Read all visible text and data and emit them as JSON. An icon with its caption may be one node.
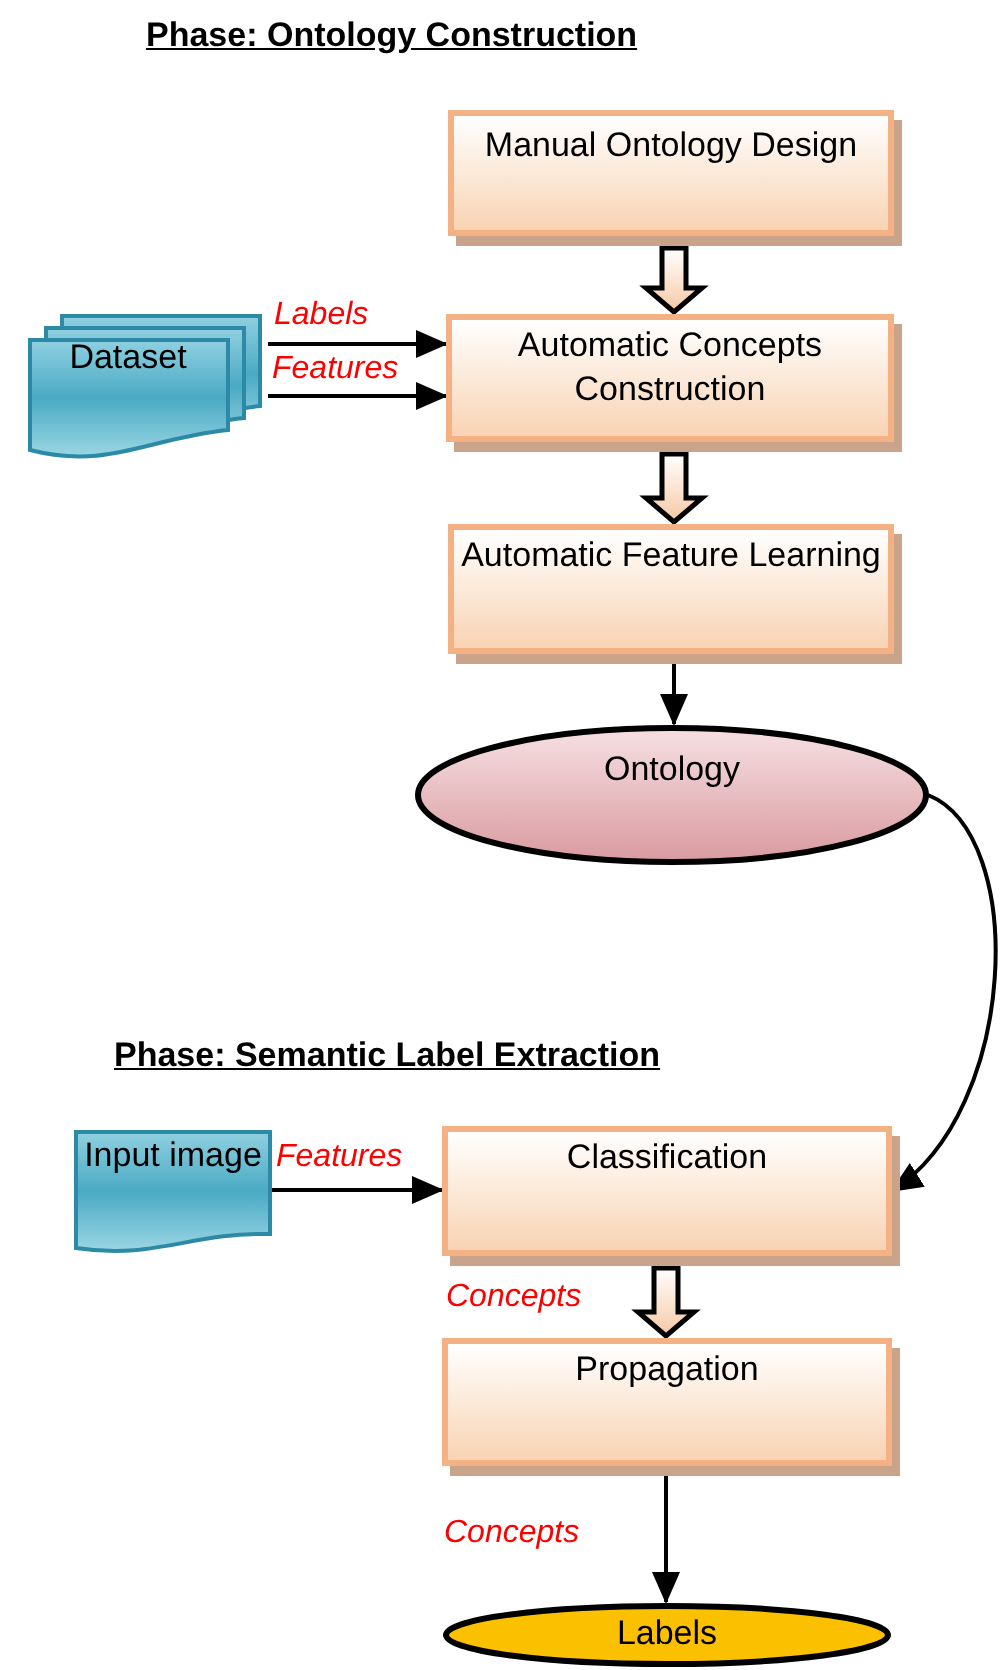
{
  "diagram": {
    "title": "Phase: Ontology Construction",
    "nodes": [
      {
        "text": [
          "Manual Ontology Design"
        ]
      },
      {
        "text": [
          "Dataset"
        ]
      },
      {
        "text": [
          "Automatic Concepts Construction"
        ]
      },
      {
        "text": [
          "Automatic Feature Learning"
        ]
      },
      {
        "text": [
          "Ontology"
        ]
      },
      {
        "text": [
          "Input image"
        ]
      },
      {
        "text": [
          "Classification"
        ]
      },
      {
        "text": [
          "Propagation"
        ]
      },
      {
        "text": [
          "Labels"
        ]
      }
    ],
    "edges": [
      {
        "from": 0,
        "to": 2,
        "arrow": "to",
        "style": "thick"
      },
      {
        "from": 1,
        "to": 2,
        "arrow": "to",
        "label": "Labels"
      },
      {
        "from": 1,
        "to": 2,
        "arrow": "to",
        "label": "Features"
      },
      {
        "from": 2,
        "to": 3,
        "arrow": "to",
        "style": "thick"
      },
      {
        "from": 3,
        "to": 4,
        "arrow": "to"
      },
      {
        "from": 4,
        "to": 6,
        "arrow": "to"
      },
      {
        "from": 5,
        "to": 6,
        "arrow": "to",
        "label": "Features"
      },
      {
        "from": 6,
        "to": 7,
        "arrow": "to",
        "style": "thick",
        "label": "Concepts"
      },
      {
        "from": 7,
        "to": 8,
        "arrow": "to",
        "label": "Concepts"
      }
    ],
    "labels": [
      "Phase: Semantic Label Extraction"
    ]
  }
}
